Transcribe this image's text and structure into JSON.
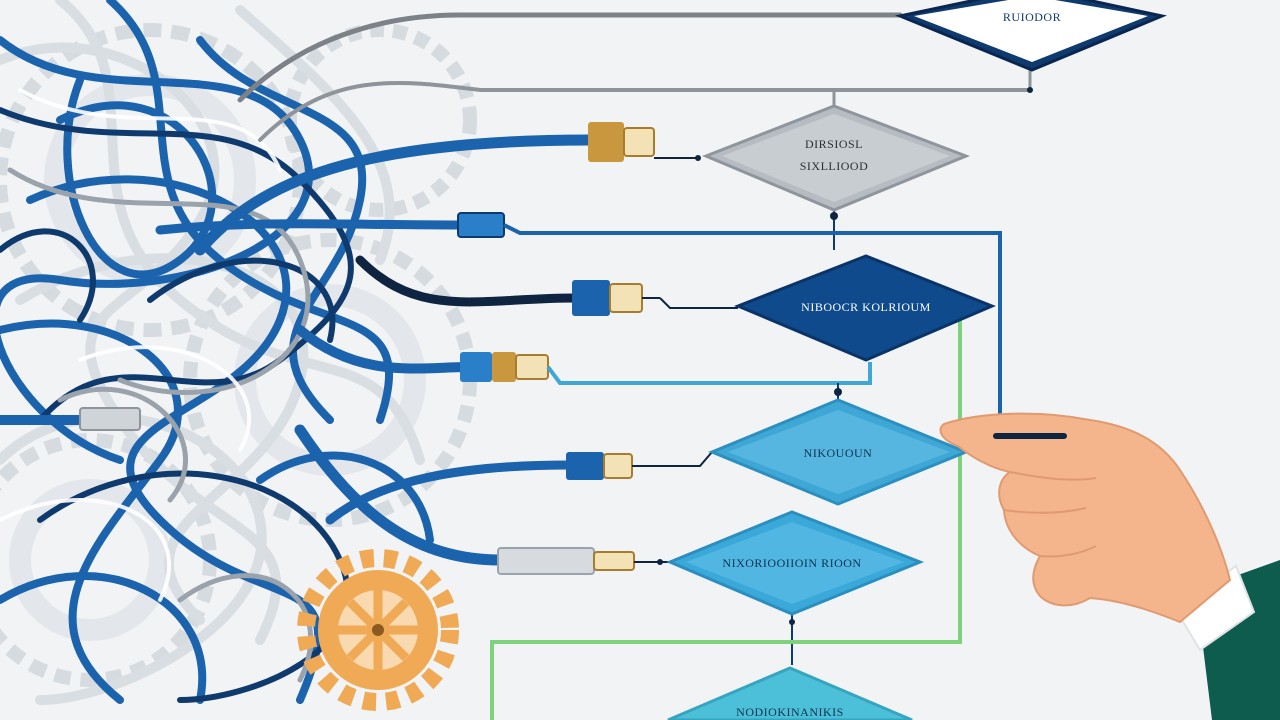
{
  "diagram": {
    "nodes": [
      {
        "id": "d1",
        "lines": [
          "RUIODOR"
        ],
        "fill": "#0f3a6e",
        "stroke": "#0a2650",
        "text_color": "#ffffff"
      },
      {
        "id": "d2",
        "lines": [
          "DIRSIOSL",
          "SIXLLIOOD"
        ],
        "fill": "#b7bcc2",
        "stroke": "#8f959c",
        "text_color": "#2b2f35"
      },
      {
        "id": "d3",
        "lines": [
          "NIBOOCR KOLRIOUM"
        ],
        "fill": "#0e4a8c",
        "stroke": "#0a3468",
        "text_color": "#ffffff"
      },
      {
        "id": "d4",
        "lines": [
          "NIKOUOUN"
        ],
        "fill": "#3fa7d6",
        "stroke": "#2b8fbf",
        "text_color": "#0b3350"
      },
      {
        "id": "d5",
        "lines": [
          "NIXORIOOIIOIN RIOON"
        ],
        "fill": "#3aa9d9",
        "stroke": "#2a8fc0",
        "text_color": "#0b3350"
      },
      {
        "id": "d6",
        "lines": [
          "NODIOKINANIKIS"
        ],
        "fill": "#4cc0d9",
        "stroke": "#36a5bf",
        "text_color": "#0b3350"
      }
    ]
  },
  "colors": {
    "background": "#f1f3f5",
    "navy": "#0f3a6e",
    "blue": "#1b63ad",
    "light_blue": "#3fa7d6",
    "gray_wire": "#7d8288",
    "green_line": "#7ed27b",
    "gear": "#f0a955",
    "skin": "#f4b58d",
    "sleeve": "#0e5c4e"
  },
  "illustration": {
    "left": "tangled cables and gears",
    "right": "hand holding a cable"
  }
}
